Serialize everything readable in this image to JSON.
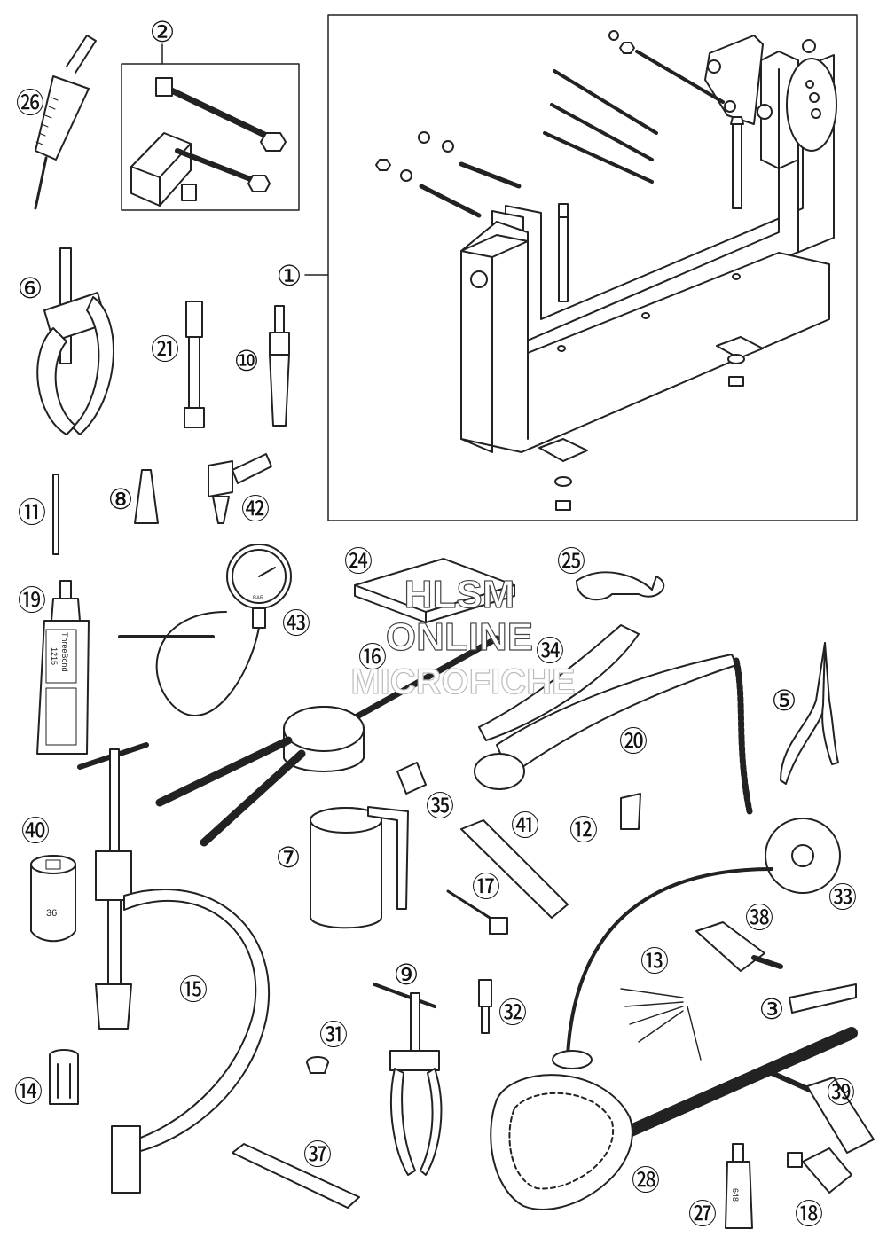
{
  "callouts": [
    {
      "id": "c1",
      "label": "①"
    },
    {
      "id": "c2",
      "label": "②"
    },
    {
      "id": "c3",
      "label": "③"
    },
    {
      "id": "c5",
      "label": "⑤"
    },
    {
      "id": "c6",
      "label": "⑥"
    },
    {
      "id": "c7",
      "label": "⑦"
    },
    {
      "id": "c8",
      "label": "⑧"
    },
    {
      "id": "c9",
      "label": "⑨"
    },
    {
      "id": "c10",
      "label": "⑩"
    },
    {
      "id": "c11",
      "label": "⑪"
    },
    {
      "id": "c12",
      "label": "⑫"
    },
    {
      "id": "c13",
      "label": "⑬"
    },
    {
      "id": "c14",
      "label": "⑭"
    },
    {
      "id": "c15",
      "label": "⑮"
    },
    {
      "id": "c16",
      "label": "⑯"
    },
    {
      "id": "c17",
      "label": "⑰"
    },
    {
      "id": "c18",
      "label": "⑱"
    },
    {
      "id": "c19",
      "label": "⑲"
    },
    {
      "id": "c20",
      "label": "⑳"
    },
    {
      "id": "c21",
      "label": "㉑"
    },
    {
      "id": "c24",
      "label": "㉔"
    },
    {
      "id": "c25",
      "label": "㉕"
    },
    {
      "id": "c26",
      "label": "㉖"
    },
    {
      "id": "c27",
      "label": "㉗"
    },
    {
      "id": "c28",
      "label": "㉘"
    },
    {
      "id": "c31",
      "label": "㉛"
    },
    {
      "id": "c32",
      "label": "㉜"
    },
    {
      "id": "c33",
      "label": "㉝"
    },
    {
      "id": "c34",
      "label": "㉞"
    },
    {
      "id": "c35",
      "label": "㉟"
    },
    {
      "id": "c37",
      "label": "㊲"
    },
    {
      "id": "c38",
      "label": "㊳"
    },
    {
      "id": "c39",
      "label": "㊴"
    },
    {
      "id": "c40",
      "label": "㊵"
    },
    {
      "id": "c41",
      "label": "㊶"
    },
    {
      "id": "c42",
      "label": "㊷"
    },
    {
      "id": "c43",
      "label": "㊸"
    }
  ],
  "part_text": {
    "tube_brand": "ThreeBond",
    "tube_code": "1215",
    "socket_size": "36",
    "gauge_unit": "BAR",
    "loctite_code": "648"
  },
  "watermark": {
    "line1": "HLSM",
    "line2": "ONLINE",
    "line3": "MICROFICHE"
  },
  "colors": {
    "line": "#222222",
    "fill": "#ffffff",
    "shade": "#d6d6d6",
    "dark": "#9a9a9a"
  }
}
